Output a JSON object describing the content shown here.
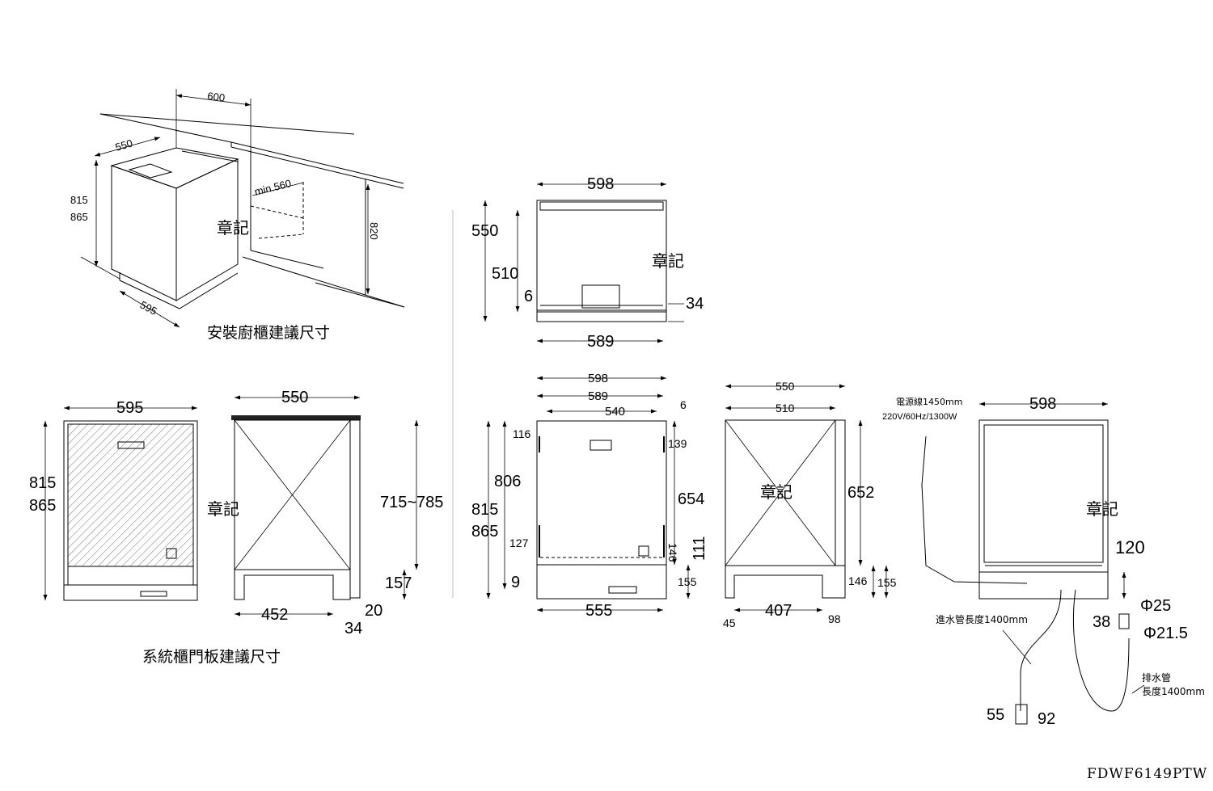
{
  "captions": {
    "install_cabinet": "安裝廚櫃建議尺寸",
    "door_panel": "系統櫃門板建議尺寸"
  },
  "model": "FDWF6149PTW",
  "watermark": "章記",
  "iso_view": {
    "width_top": "600",
    "depth_side": "550",
    "min_depth": "min.560",
    "height_a": "815",
    "height_b": "865",
    "height_right": "820",
    "width_bottom": "595"
  },
  "top_view": {
    "width_outer": "598",
    "depth_outer": "550",
    "depth_inner": "510",
    "offset_left": "6",
    "offset_right": "34",
    "width_inner": "589"
  },
  "front_panel_view": {
    "width": "595",
    "height_a": "815",
    "height_b": "865"
  },
  "side_panel_view": {
    "depth": "550",
    "height_range": "715~785",
    "base": "157",
    "bottom_depth": "452",
    "d20": "20",
    "d34": "34"
  },
  "front_view": {
    "w598": "598",
    "w589": "589",
    "w540": "540",
    "d6": "6",
    "d116": "116",
    "d139": "139",
    "h806": "806",
    "h815": "815",
    "h865": "865",
    "h654": "654",
    "d127": "127",
    "d146": "146",
    "d111": "111",
    "d9": "9",
    "d155": "155",
    "w555": "555"
  },
  "side_view": {
    "w550": "550",
    "w510": "510",
    "h652": "652",
    "d146": "146",
    "d155": "155",
    "w407": "407",
    "d45": "45",
    "d98": "98"
  },
  "back_view": {
    "power_cord": "電源線1450mm",
    "power_spec": "220V/60Hz/1300W",
    "w598": "598",
    "d120": "120",
    "inlet_hose": "進水管長度1400mm",
    "phi25": "Φ25",
    "d38": "38",
    "phi215": "Φ21.5",
    "drain_label": "排水管",
    "drain_length": "長度1400mm",
    "d55": "55",
    "d92": "92"
  }
}
